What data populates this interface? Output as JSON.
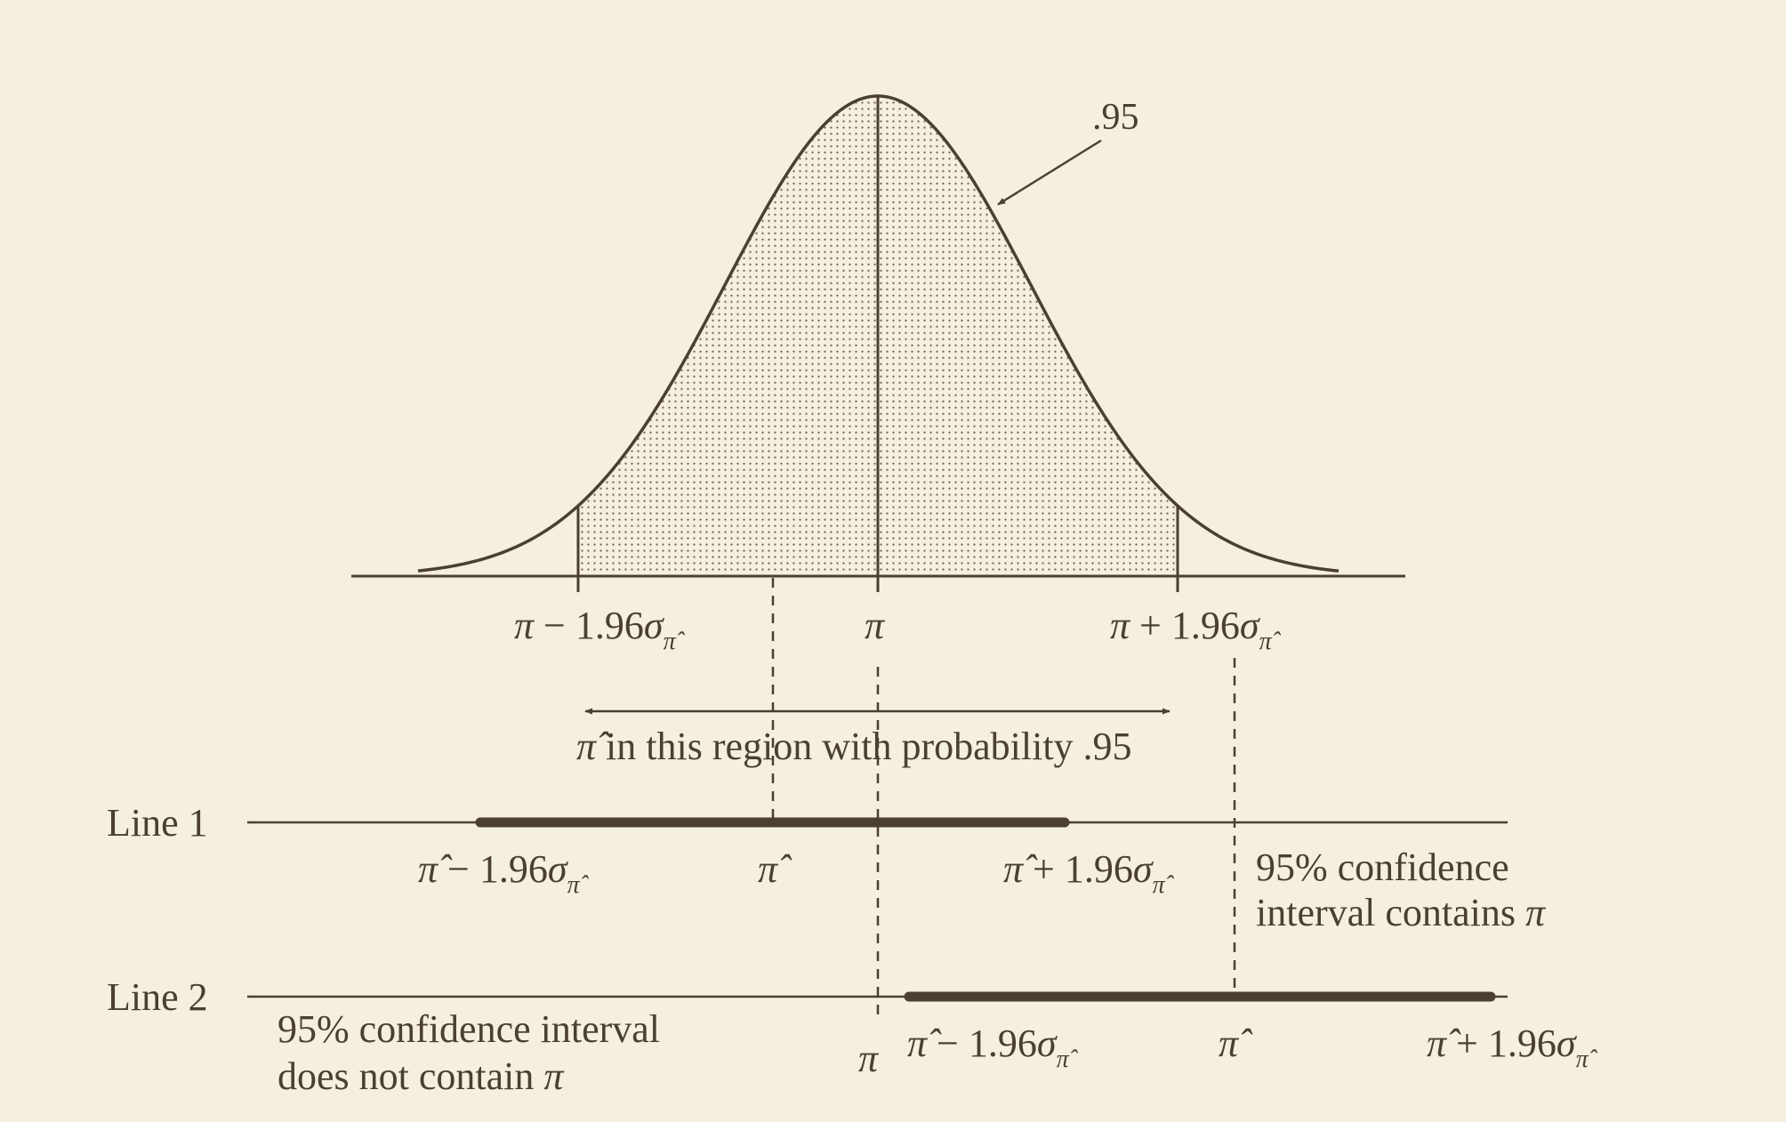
{
  "colors": {
    "background": "#f5efe0",
    "ink": "#4b3f33"
  },
  "curve": {
    "shaded_area": ".95",
    "labels": {
      "left_bound": {
        "pi": "π",
        "minus": " − 1.96",
        "sigma": "σ",
        "sub": "π̂"
      },
      "center": "π",
      "right_bound": {
        "pi": "π",
        "plus": " + 1.96",
        "sigma": "σ",
        "sub": "π̂"
      }
    }
  },
  "region_note": {
    "pihat": "π̂",
    "text": " in this region with probability .95"
  },
  "line1": {
    "label": "Line 1",
    "left_end": {
      "pihat": "π̂",
      "minus": " − 1.96",
      "sigma": "σ",
      "sub": "π̂"
    },
    "center": "π̂",
    "right_end": {
      "pihat": "π̂",
      "plus": " + 1.96",
      "sigma": "σ",
      "sub": "π̂"
    },
    "note_line1": "95% confidence",
    "note_line2_text": "interval contains ",
    "note_line2_pi": "π"
  },
  "line2": {
    "label": "Line 2",
    "note_line1": "95% confidence interval",
    "note_line2_text": "does not contain ",
    "note_line2_pi": "π",
    "pi_marker": "π",
    "left_end": {
      "pihat": "π̂",
      "minus": " − 1.96",
      "sigma": "σ",
      "sub": "π̂"
    },
    "center": "π̂",
    "right_end": {
      "pihat": "π̂",
      "plus": " + 1.96",
      "sigma": "σ",
      "sub": "π̂"
    }
  }
}
